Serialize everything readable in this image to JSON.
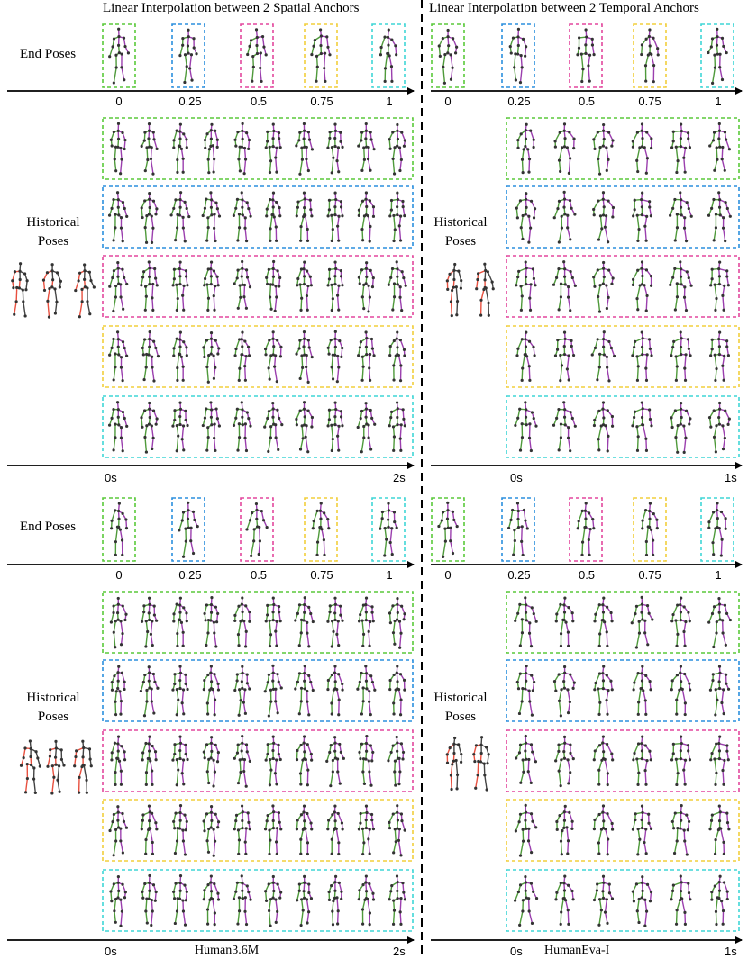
{
  "headers": {
    "spatial": "Linear Interpolation between 2 Spatial Anchors",
    "temporal": "Linear Interpolation between 2 Temporal Anchors"
  },
  "labels": {
    "end_poses": "End Poses",
    "historical_line1": "Historical",
    "historical_line2": "Poses"
  },
  "interpolation_ticks": [
    "0",
    "0.25",
    "0.5",
    "0.75",
    "1"
  ],
  "time_axes": {
    "human36m": {
      "start": "0s",
      "end": "2s"
    },
    "humaneva": {
      "start": "0s",
      "end": "1s"
    }
  },
  "datasets": [
    "Human3.6M",
    "HumanEva-I"
  ],
  "colors": {
    "anchor_0": "#5ac93a",
    "anchor_025": "#2b8fde",
    "anchor_05": "#e3479d",
    "anchor_075": "#f2cf3c",
    "anchor_1": "#3fd6d6",
    "historical_pose": "#e8503f",
    "limb_green": "#4f9a3b",
    "limb_purple": "#9b3fae",
    "joint": "#333333"
  }
}
